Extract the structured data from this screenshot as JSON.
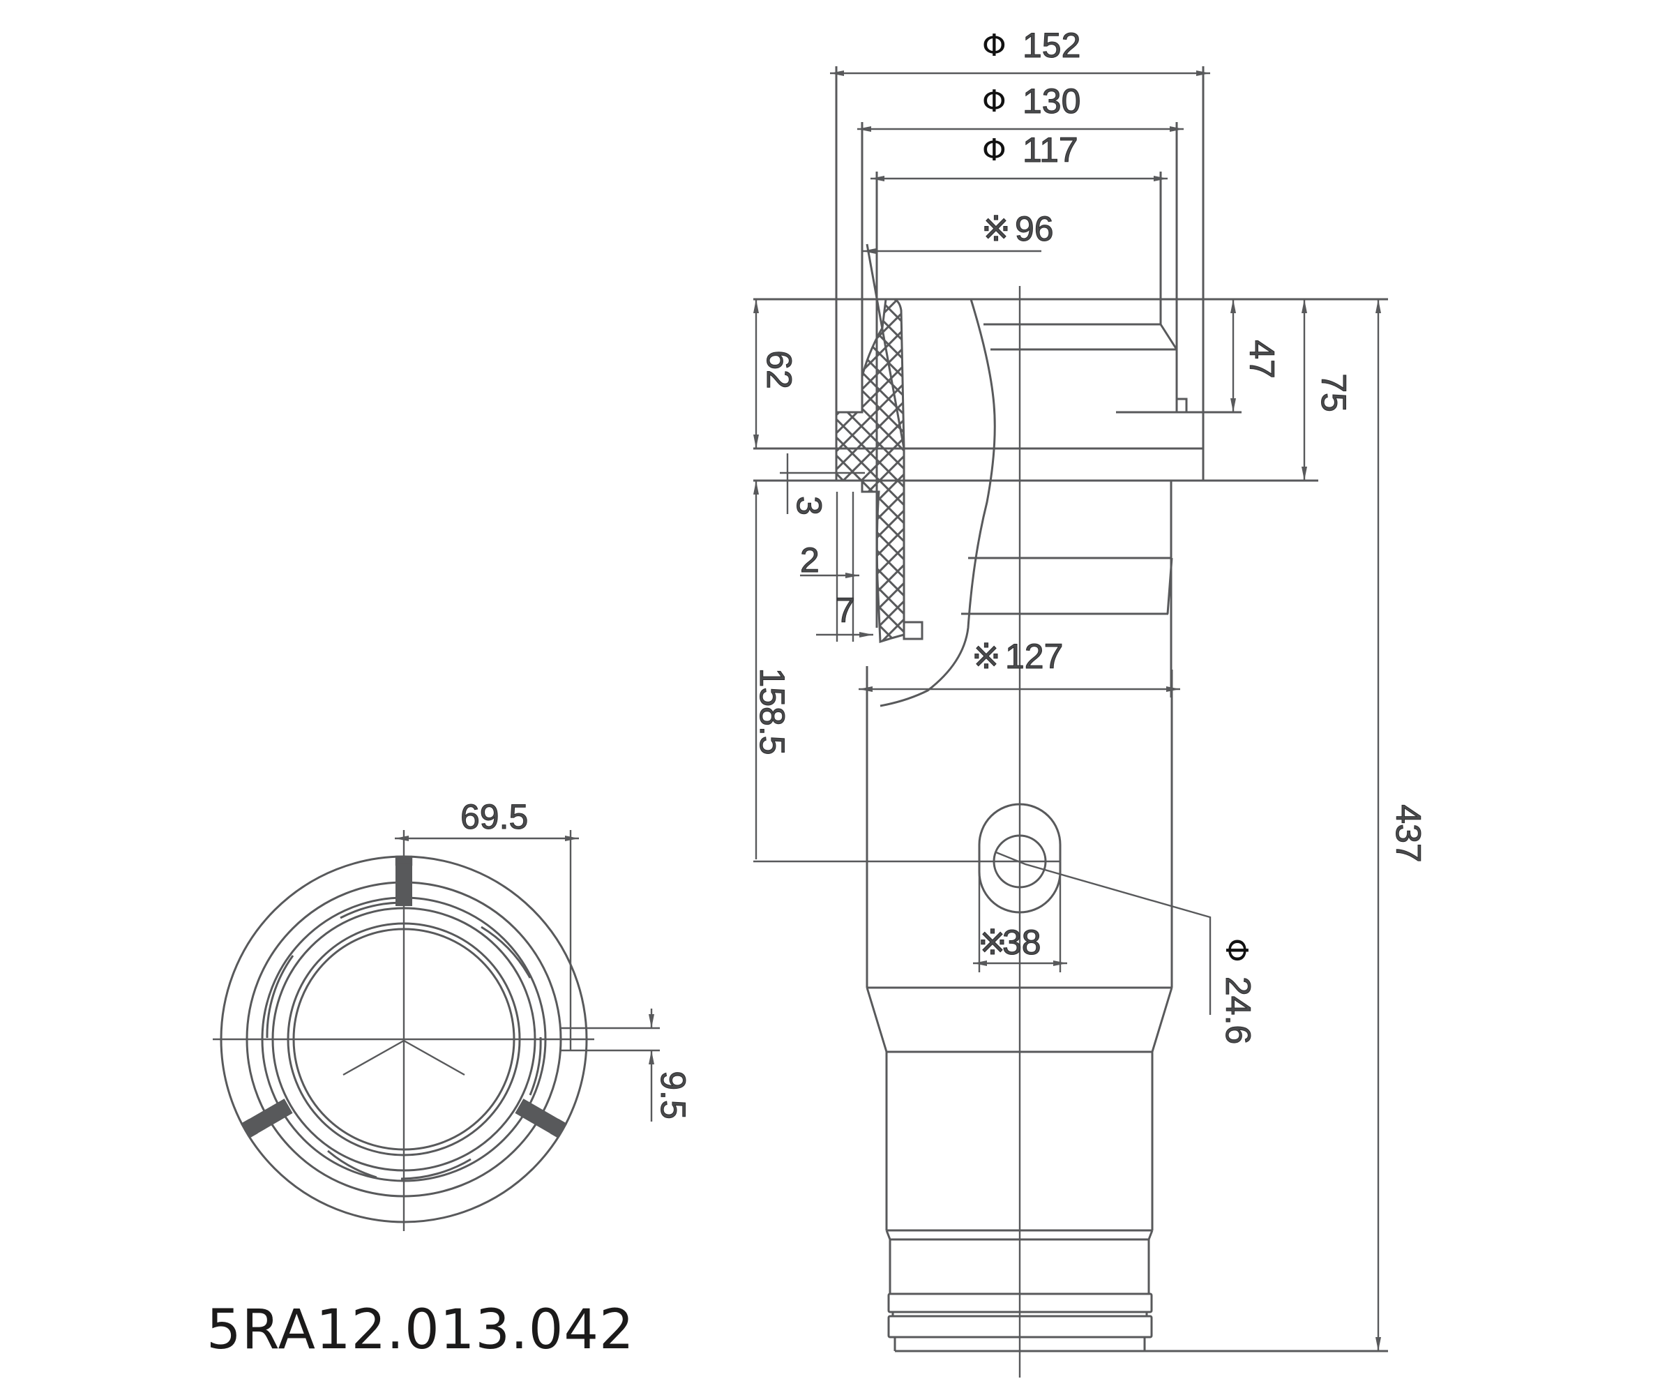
{
  "drawing": {
    "part_number": "5RA12.013.042",
    "line_color": "#58595b",
    "text_color": "#4a4b4d",
    "phi_symbol": "Φ",
    "ref_symbol": "※"
  },
  "side_view": {
    "dimensions": {
      "dia_152": "152",
      "dia_130": "130",
      "dia_117": "117",
      "ref_96": "96",
      "ref_127": "127",
      "ref_38": "38",
      "dia_24_6": "24.6",
      "h_62": "62",
      "h_47": "47",
      "h_75": "75",
      "h_3": "3",
      "w_2": "2",
      "w_7": "7",
      "h_158_5": "158.5",
      "h_437": "437"
    }
  },
  "end_view": {
    "dimensions": {
      "r_69_5": "69.5",
      "w_9_5": "9.5"
    }
  }
}
